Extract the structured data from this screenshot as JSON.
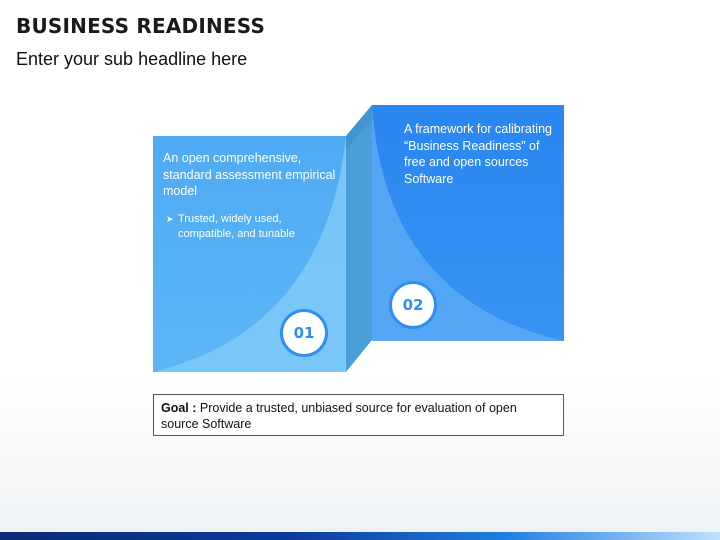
{
  "header": {
    "title": "BUSINESS READINESS",
    "subtitle": "Enter your sub headline here"
  },
  "panels": [
    {
      "number": "01",
      "text": "An open comprehensive, standard assessment empirical model",
      "bullets": [
        "Trusted, widely used, compatible, and tunable"
      ]
    },
    {
      "number": "02",
      "text": "A framework for calibrating “Business Readiness” of free and open sources Software"
    }
  ],
  "goal": {
    "label": "Goal :",
    "text": " Provide a trusted, unbiased source for evaluation of open source Software"
  },
  "colors": {
    "panel_light": "#5fb8f7",
    "panel_dark": "#2d8ef3",
    "fold": "#4a9fd8",
    "badge_ring": "#2f8ff0",
    "footer": "#0c3a9a"
  },
  "icons": [
    "bullet-arrow-icon"
  ]
}
